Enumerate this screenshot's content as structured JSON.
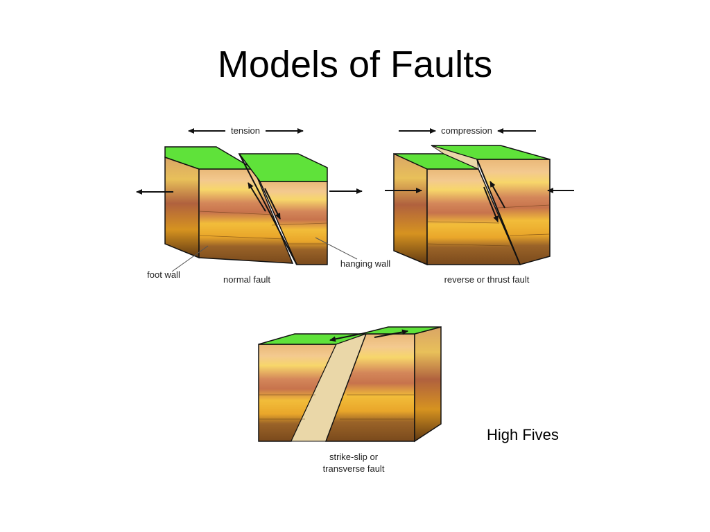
{
  "slide": {
    "title": "Models of Faults",
    "note": "High Fives"
  },
  "diagrams": {
    "normal": {
      "force_label": "tension",
      "caption": "normal fault",
      "foot_wall_label": "foot wall",
      "hanging_wall_label": "hanging wall"
    },
    "reverse": {
      "force_label": "compression",
      "caption": "reverse or thrust fault"
    },
    "strike_slip": {
      "caption_line1": "strike-slip or",
      "caption_line2": "transverse fault"
    }
  },
  "colors": {
    "grass": "#5fe23a",
    "layer_tan": "#e9b878",
    "layer_yellow": "#f7cf52",
    "layer_rust": "#c7734c",
    "layer_gold": "#e9a62a",
    "layer_brown": "#8a5521",
    "side_dark": "#6b4018"
  }
}
